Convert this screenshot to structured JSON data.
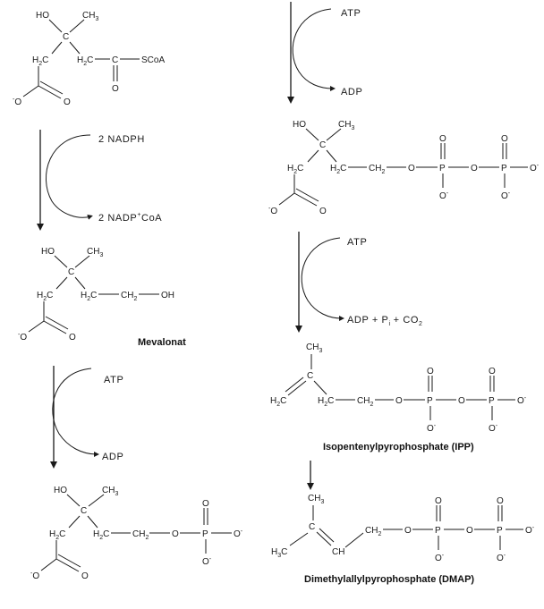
{
  "labels": {
    "atp": "ATP",
    "adp": "ADP",
    "nadph": "2 NADPH",
    "nadp_prefix": "2 NADP",
    "nadp_sup": "+",
    "nadp_suffix": "CoA",
    "adp_pi_co2": "ADP + P",
    "pi_sub": "i",
    "co2_part": "+ CO",
    "co2_sub": "2"
  },
  "compounds": {
    "mevalonat": "Mevalonat",
    "ipp": "Isopentenylpyrophosphate (IPP)",
    "dmap": "Dimethylallylpyrophosphate (DMAP)"
  },
  "atoms": {
    "ho": "HO",
    "oh": "OH",
    "ch3": "CH",
    "ch3_sub": "3",
    "c": "C",
    "h2c": "H",
    "h2c_sub": "2",
    "h2c_c": "C",
    "ch2": "CH",
    "ch2_sub": "2",
    "o": "O",
    "o_minus": "O",
    "minus": "-",
    "p": "P",
    "scoa": "SCoA",
    "ch": "CH",
    "h3c": "H",
    "h3c_sub": "3",
    "h3c_c": "C"
  }
}
